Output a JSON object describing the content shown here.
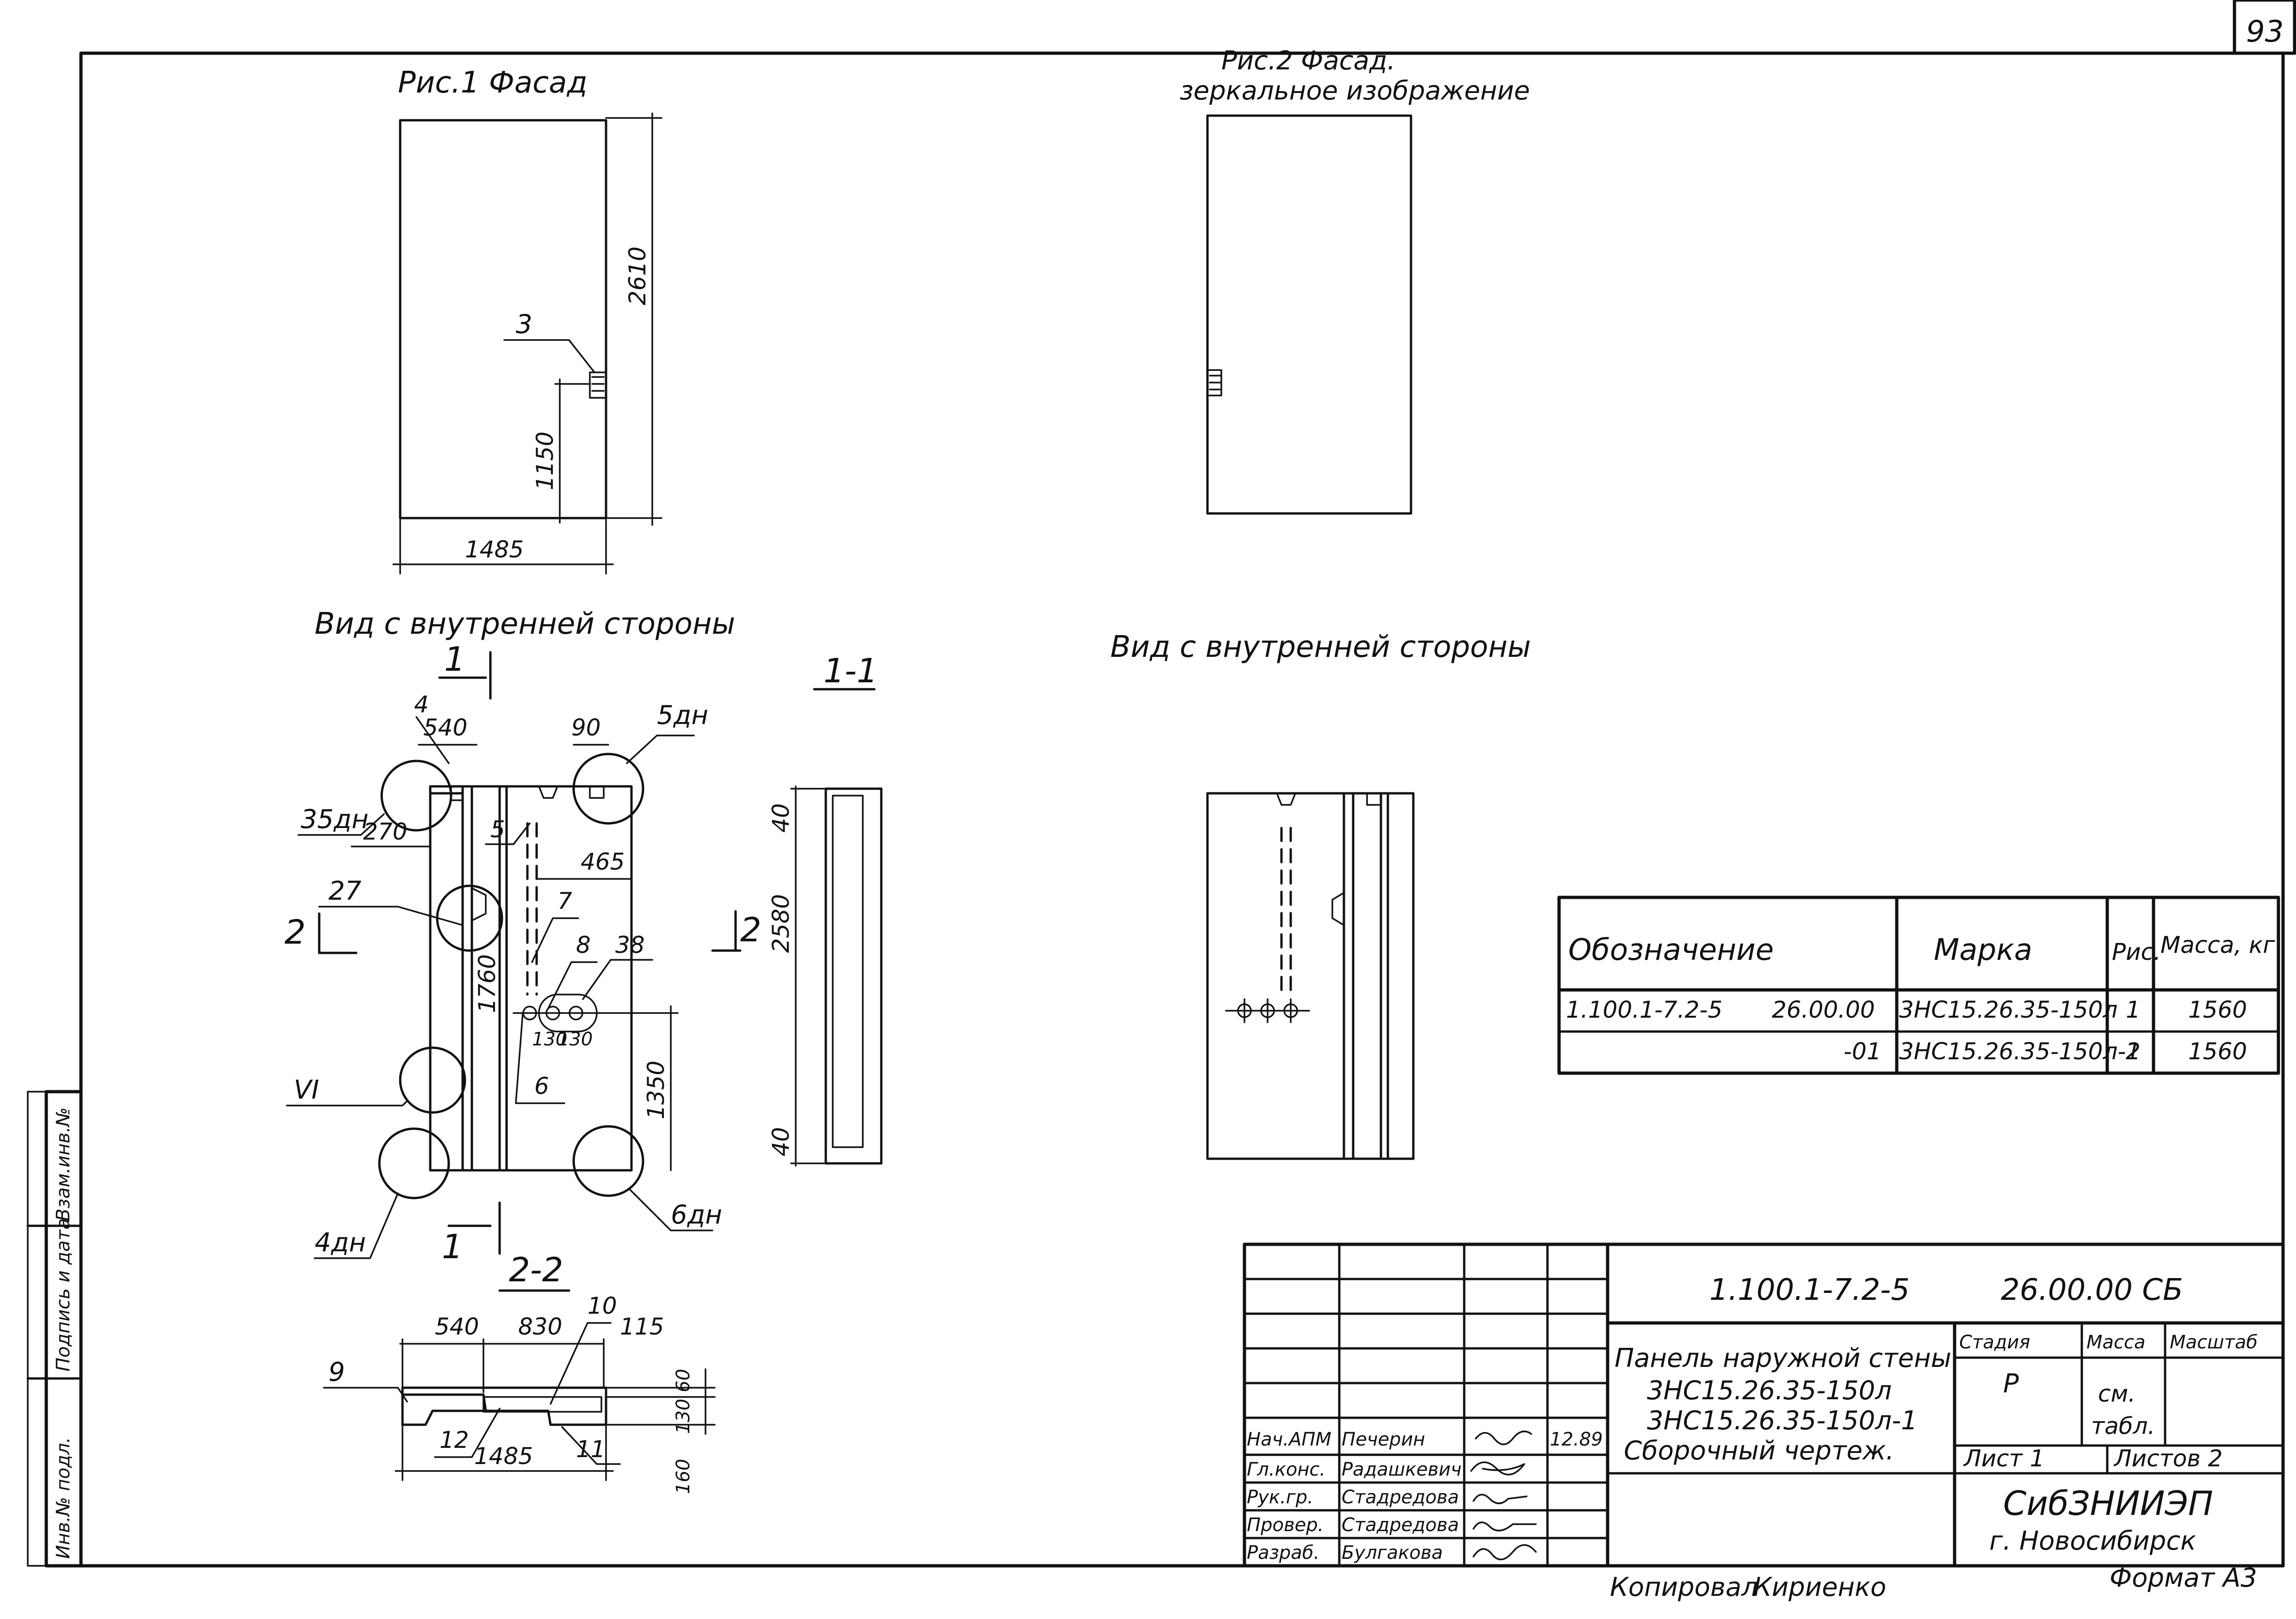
{
  "sheet": {
    "number": "93"
  },
  "fig1": {
    "title": "Рис.1  Фасад",
    "dim_height": "2610",
    "dim_width": "1485",
    "dim_1150": "1150",
    "callout_3": "3"
  },
  "fig2": {
    "title": "Рис.2  Фасад.",
    "subtitle": "зеркальное изображение"
  },
  "inner_view_left": {
    "title": "Вид с внутренней стороны",
    "section_mark": "1",
    "section_mark_2": "2",
    "dims": {
      "d540": "540",
      "d90": "90",
      "d270": "270",
      "d465": "465",
      "d1760": "1760",
      "d130a": "130",
      "d130b": "130",
      "d1350": "1350"
    },
    "nodes": {
      "n35": "35дн",
      "n5": "5дн",
      "n4": "4дн",
      "n6": "6дн",
      "nVI": "VI"
    },
    "callouts": {
      "c4": "4",
      "c5": "5",
      "c7": "7",
      "c8": "8",
      "c27": "27",
      "c38": "38",
      "c6": "6"
    }
  },
  "section_1_1": {
    "title": "1-1",
    "dim_top": "40",
    "dim_mid": "2580",
    "dim_bottom": "40"
  },
  "section_2_2": {
    "title": "2-2",
    "dims": {
      "d540": "540",
      "d830": "830",
      "d115": "115",
      "d60": "60",
      "d130": "130",
      "d160": "160",
      "d1485": "1485"
    },
    "callouts": {
      "c9": "9",
      "c10": "10",
      "c11": "11",
      "c12": "12"
    }
  },
  "inner_view_right": {
    "title": "Вид с внутренней стороны"
  },
  "spec_table": {
    "headers": [
      "Обозначение",
      "Марка",
      "Рис.",
      "Масса, кг"
    ],
    "rows": [
      {
        "designation": "1.100.1-7.2-5",
        "code": "26.00.00",
        "mark": "3НС15.26.35-150л",
        "fig": "1",
        "mass": "1560"
      },
      {
        "designation": "",
        "code": "-01",
        "mark": "3НС15.26.35-150л-1",
        "fig": "2",
        "mass": "1560"
      }
    ]
  },
  "title_block": {
    "doc_code": "1.100.1-7.2-5",
    "doc_suffix": "26.00.00 СБ",
    "name_line1": "Панель наружной стены",
    "name_line2": "3НС15.26.35-150л",
    "name_line3": "3НС15.26.35-150л-1",
    "name_line4": "Сборочный чертеж.",
    "stage_label": "Стадия",
    "mass_label": "Масса",
    "scale_label": "Масштаб",
    "stage_value": "Р",
    "mass_value_1": "см.",
    "mass_value_2": "табл.",
    "sheet_label": "Лист 1",
    "sheets_label": "Листов 2",
    "org_line1": "СибЗНИИЭП",
    "org_line2": "г. Новосибирск",
    "people": [
      {
        "role": "Нач.АПМ",
        "name": "Печерин",
        "date": "12.89"
      },
      {
        "role": "Гл.конс.",
        "name": "Радашкевич",
        "date": ""
      },
      {
        "role": "Рук.гр.",
        "name": "Стадредова",
        "date": ""
      },
      {
        "role": "Провер.",
        "name": "Стадредова",
        "date": ""
      },
      {
        "role": "Разраб.",
        "name": "Булгакова",
        "date": ""
      }
    ]
  },
  "side_stamp": {
    "labels": [
      "Инв.№ подл.",
      "Подпись и дата",
      "Взам.инв.№"
    ]
  },
  "footer": {
    "copied": "Копировал",
    "copier": "Кириенко",
    "format": "Формат А3"
  }
}
